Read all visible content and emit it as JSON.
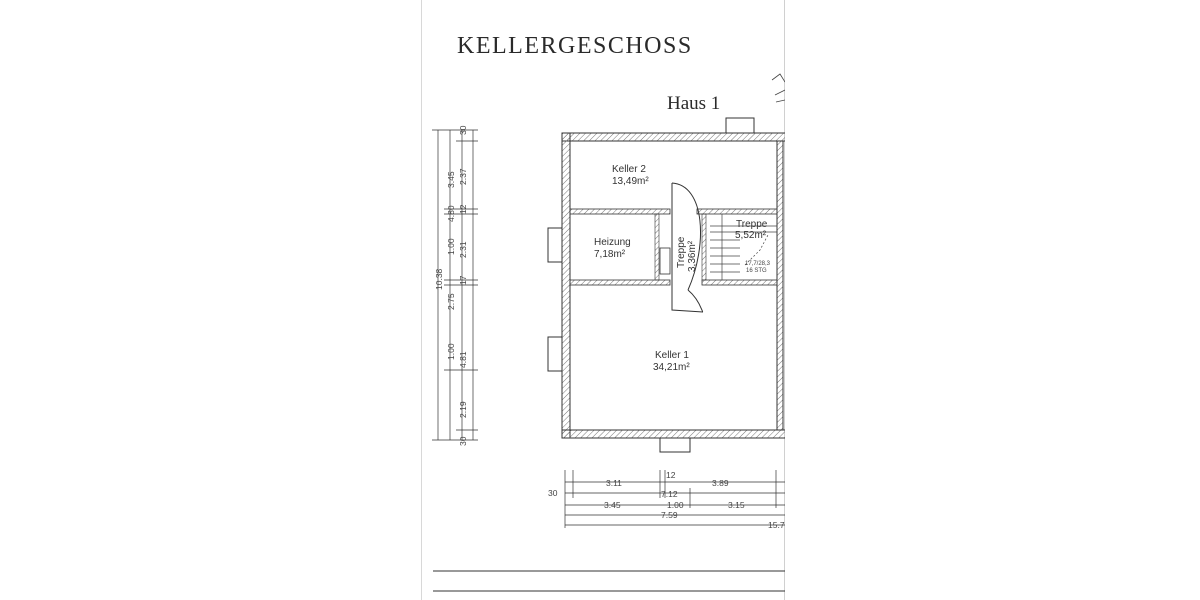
{
  "plan": {
    "title": "KELLERGESCHOSS",
    "building": "Haus 1",
    "rooms": [
      {
        "name": "Keller  2",
        "area": "13,49m²"
      },
      {
        "name": "Heizung",
        "area": "7,18m²"
      },
      {
        "name": "Treppe",
        "area": "3,36m²"
      },
      {
        "name": "Treppe",
        "area": "5,52m²"
      },
      {
        "name": "Keller  1",
        "area": "34,21m²"
      }
    ],
    "stair_note": [
      "17,7/28,3",
      "16 STG"
    ],
    "dims_left": [
      "30",
      "2.37",
      "12",
      "2.31",
      "17",
      "4.81",
      "2.19",
      "30",
      "3.45",
      "4.80",
      "1.00",
      "2.75",
      "1.00",
      "10.38"
    ],
    "dims_bottom": [
      "3.11",
      "12",
      "3.89",
      "7.12",
      "30",
      "3.45",
      "1.00",
      "3.15",
      "7.59",
      "15.7"
    ]
  },
  "colors": {
    "line": "#333333",
    "hatch": "#777777"
  }
}
